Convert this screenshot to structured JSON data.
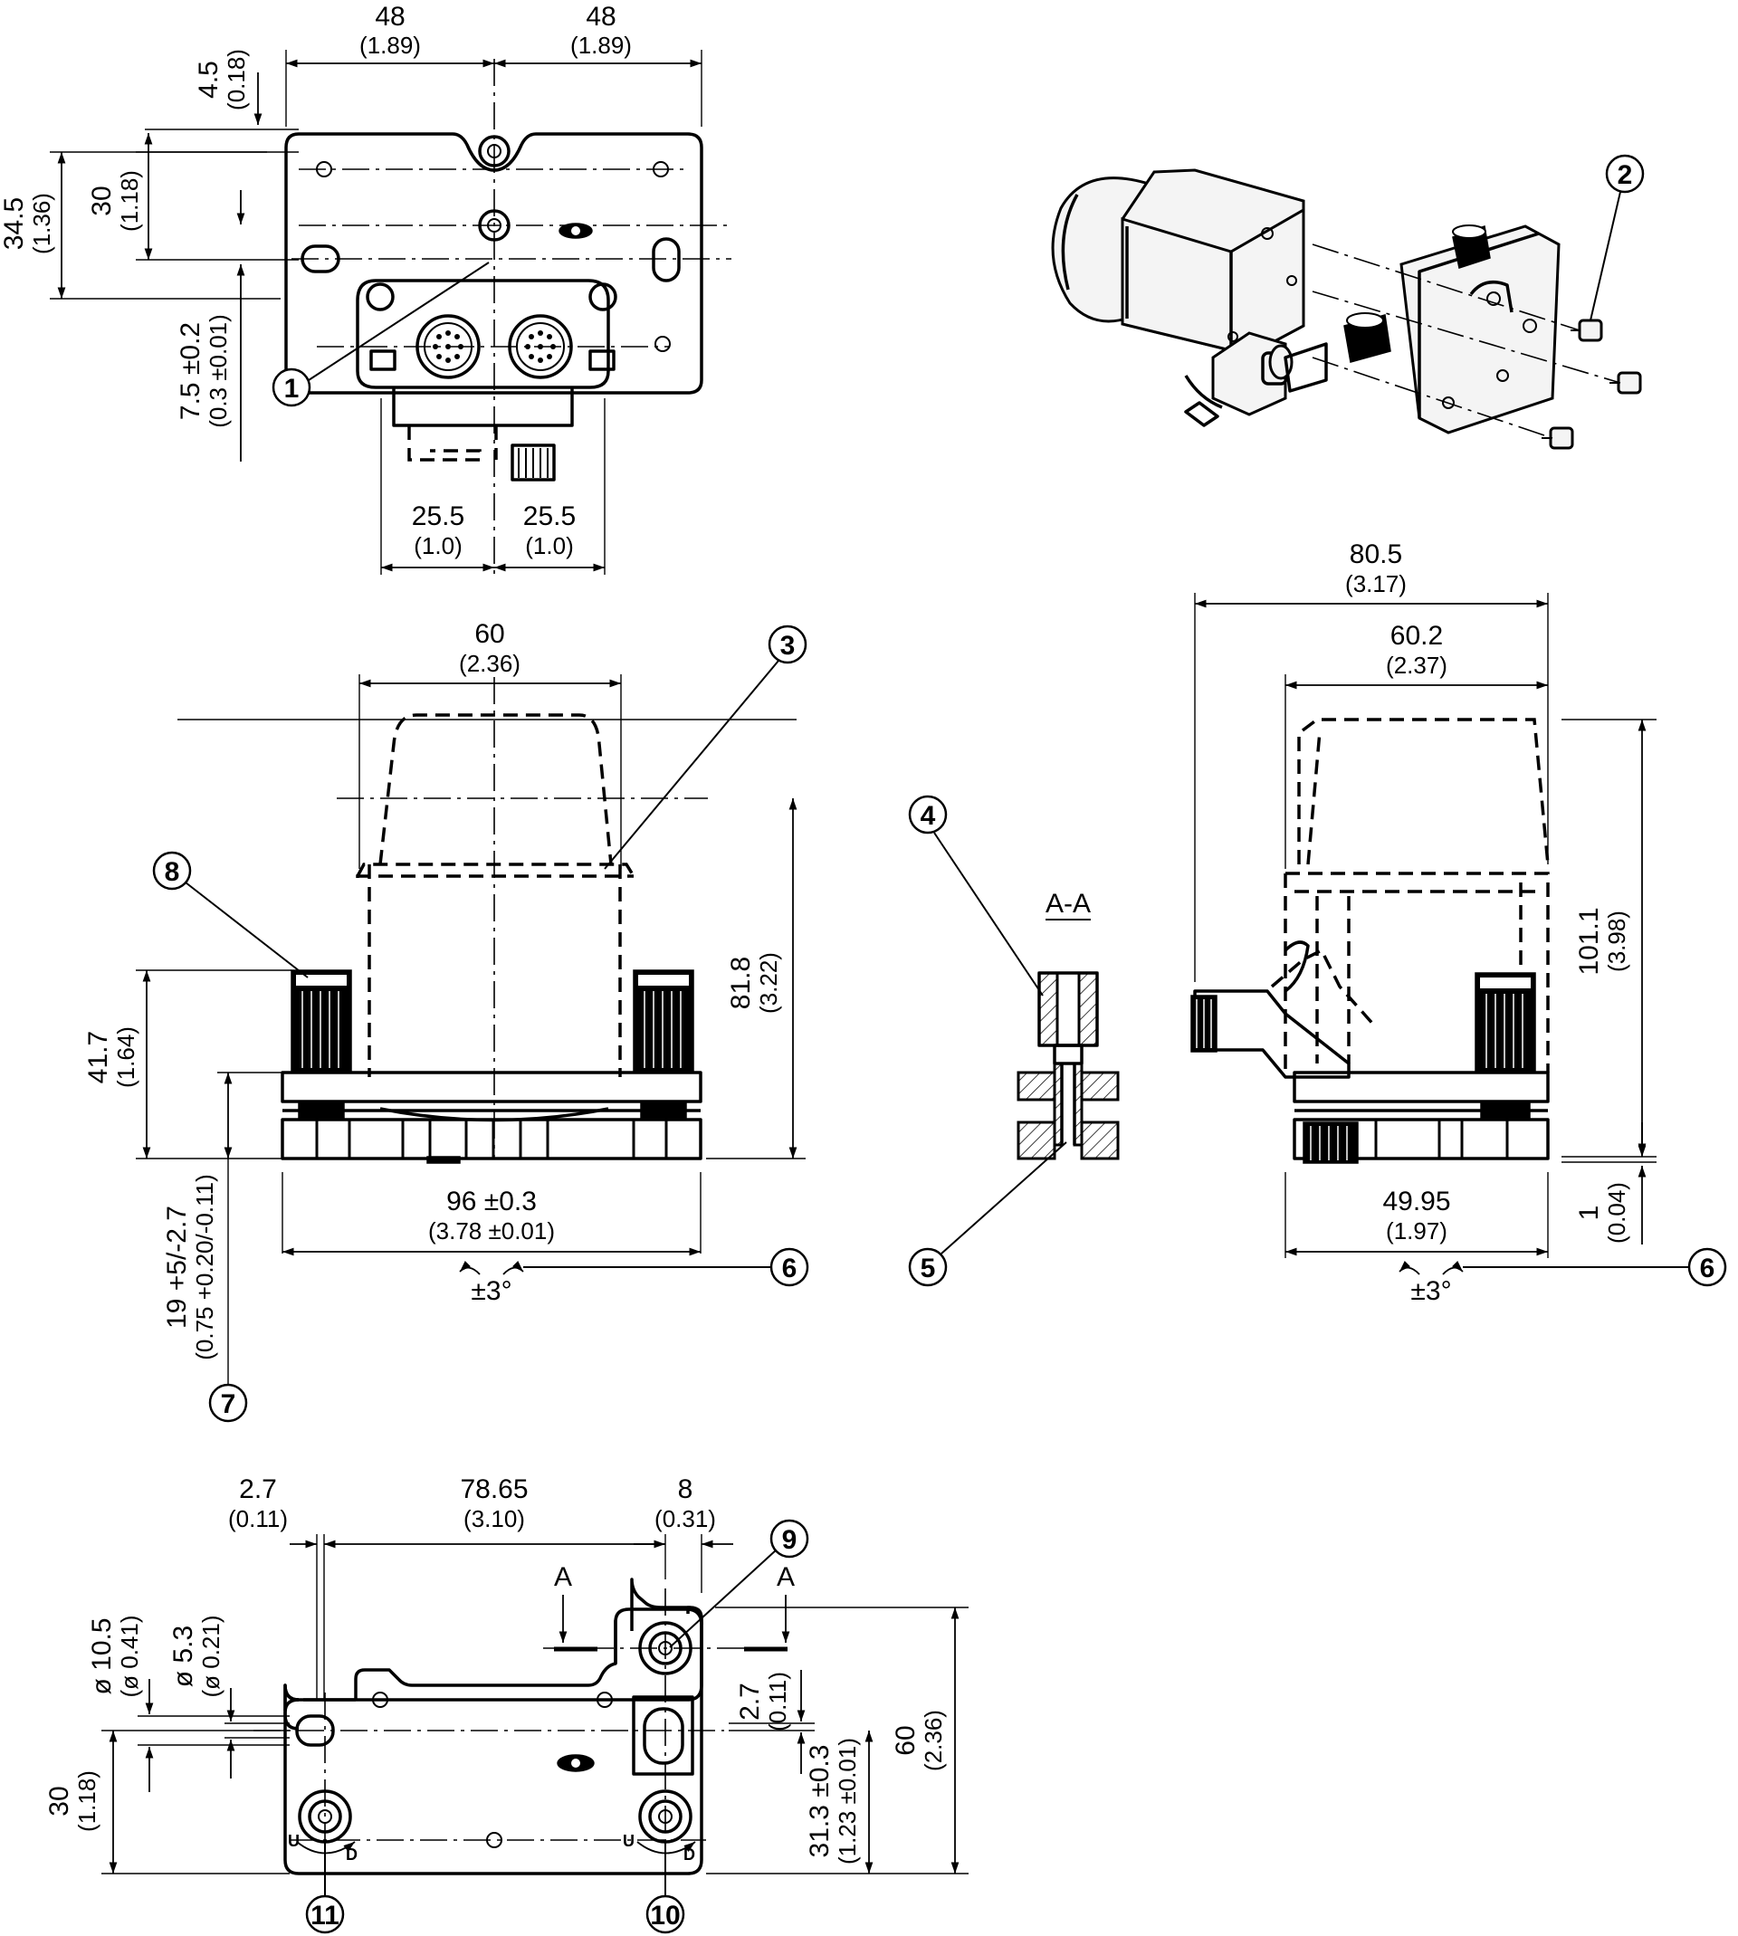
{
  "dimensions": {
    "top_left_48": {
      "value": "48",
      "inch": "(1.89)"
    },
    "top_right_48": {
      "value": "48",
      "inch": "(1.89)"
    },
    "bracket_4_5": {
      "value": "4.5",
      "inch": "(0.18)"
    },
    "bracket_34_5": {
      "value": "34.5",
      "inch": "(1.36)"
    },
    "bracket_30": {
      "value": "30",
      "inch": "(1.18)"
    },
    "bracket_7_5": {
      "value": "7.5 ±0.2",
      "inch": "(0.3 ±0.01)"
    },
    "conn_left_25_5": {
      "value": "25.5",
      "inch": "(1.0)"
    },
    "conn_right_25_5": {
      "value": "25.5",
      "inch": "(1.0)"
    },
    "front_60": {
      "value": "60",
      "inch": "(2.36)"
    },
    "front_81_8": {
      "value": "81.8",
      "inch": "(3.22)"
    },
    "front_41_7": {
      "value": "41.7",
      "inch": "(1.64)"
    },
    "front_19": {
      "value": "19 +5/-2.7",
      "inch": "(0.75 +0.20/-0.11)"
    },
    "front_96": {
      "value": "96 ±0.3",
      "inch": "(3.78 ±0.01)"
    },
    "side_80_5": {
      "value": "80.5",
      "inch": "(3.17)"
    },
    "side_60_2": {
      "value": "60.2",
      "inch": "(2.37)"
    },
    "side_101_1": {
      "value": "101.1",
      "inch": "(3.98)"
    },
    "side_1": {
      "value": "1",
      "inch": "(0.04)"
    },
    "side_49_95": {
      "value": "49.95",
      "inch": "(1.97)"
    },
    "bottom_2_7": {
      "value": "2.7",
      "inch": "(0.11)"
    },
    "bottom_78_65": {
      "value": "78.65",
      "inch": "(3.10)"
    },
    "bottom_8": {
      "value": "8",
      "inch": "(0.31)"
    },
    "bottom_d10_5": {
      "value": "ø 10.5",
      "inch": "(ø 0.41)"
    },
    "bottom_d5_3": {
      "value": "ø 5.3",
      "inch": "(ø 0.21)"
    },
    "bottom_30": {
      "value": "30",
      "inch": "(1.18)"
    },
    "bottom_2_7_right": {
      "value": "2.7",
      "inch": "(0.11)"
    },
    "bottom_31_3": {
      "value": "31.3 ±0.3",
      "inch": "(1.23 ±0.01)"
    },
    "bottom_60": {
      "value": "60",
      "inch": "(2.36)"
    }
  },
  "tilt": {
    "left": "±3°",
    "right": "±3°"
  },
  "section": {
    "title": "A-A",
    "marker_left": "A",
    "marker_right": "A"
  },
  "adjust_letters": {
    "up": "U",
    "down": "D"
  },
  "callouts": [
    "1",
    "2",
    "3",
    "4",
    "5",
    "6",
    "6",
    "7",
    "8",
    "9",
    "10",
    "11"
  ]
}
